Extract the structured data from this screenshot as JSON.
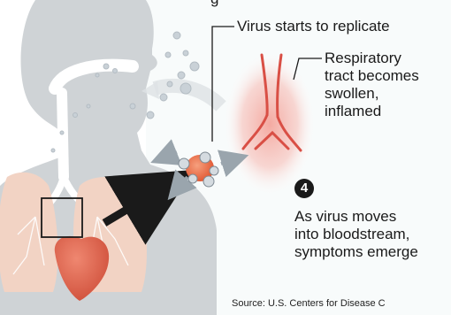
{
  "labels": {
    "top_fragment": "g",
    "replicate": "Virus starts to replicate",
    "respiratory": [
      "Respiratory",
      "tract becomes",
      "swollen,",
      "inflamed"
    ],
    "step_number": "4",
    "bloodstream": [
      "As virus moves",
      "into bloodstream,",
      "symptoms emerge"
    ],
    "source": "Source: U.S. Centers for Disease C"
  },
  "colors": {
    "body_silhouette": "#cfd3d6",
    "airway": "#ffffff",
    "lung": "#f2d3c4",
    "heart": "#e0614a",
    "virus": "#c9d1d7",
    "virus_cell": "#e8643f",
    "tract": "#d94f45",
    "inflammation": "#f4b7b0",
    "arrow": "#1a1a1a"
  },
  "icons": [
    "virus-particle-icon",
    "infected-cell-icon",
    "heart-icon",
    "lung-icon",
    "zoom-box-icon"
  ]
}
